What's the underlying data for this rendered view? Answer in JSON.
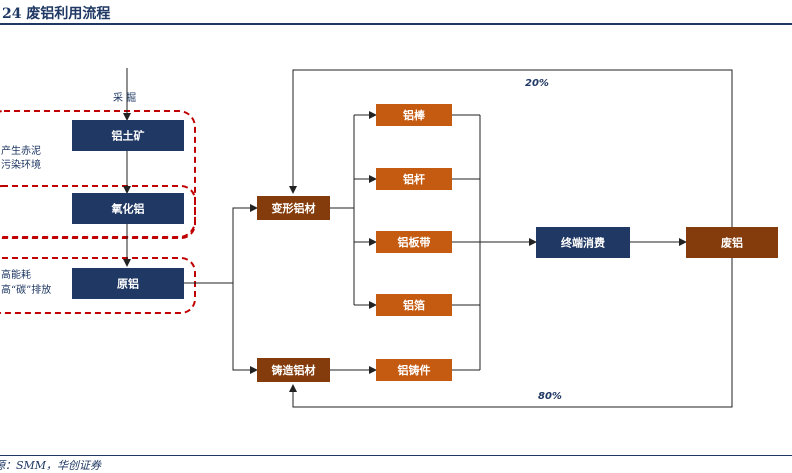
{
  "title": "24   废铝利用流程",
  "source": "源：SMM，华创证券",
  "colors": {
    "navy": "#203864",
    "orange": "#c55a11",
    "brown": "#843c0c",
    "dashed": "#c00000"
  },
  "nodes": {
    "mining": "采 掘",
    "bauxite": "铝土矿",
    "alumina": "氧化铝",
    "primary": "原铝",
    "wrought": "变形铝材",
    "cast": "铸造铝材",
    "rod": "铝棒",
    "bar": "铝杆",
    "sheet": "铝板带",
    "foil": "铝箔",
    "casting": "铝铸件",
    "consumption": "终端消费",
    "scrap": "废铝"
  },
  "notes": {
    "red_mud_1": "产生赤泥",
    "red_mud_2": "污染环境",
    "energy_1": "高能耗",
    "energy_2": "高“碳”排放"
  },
  "flows": {
    "top": "20%",
    "bottom": "80%"
  }
}
